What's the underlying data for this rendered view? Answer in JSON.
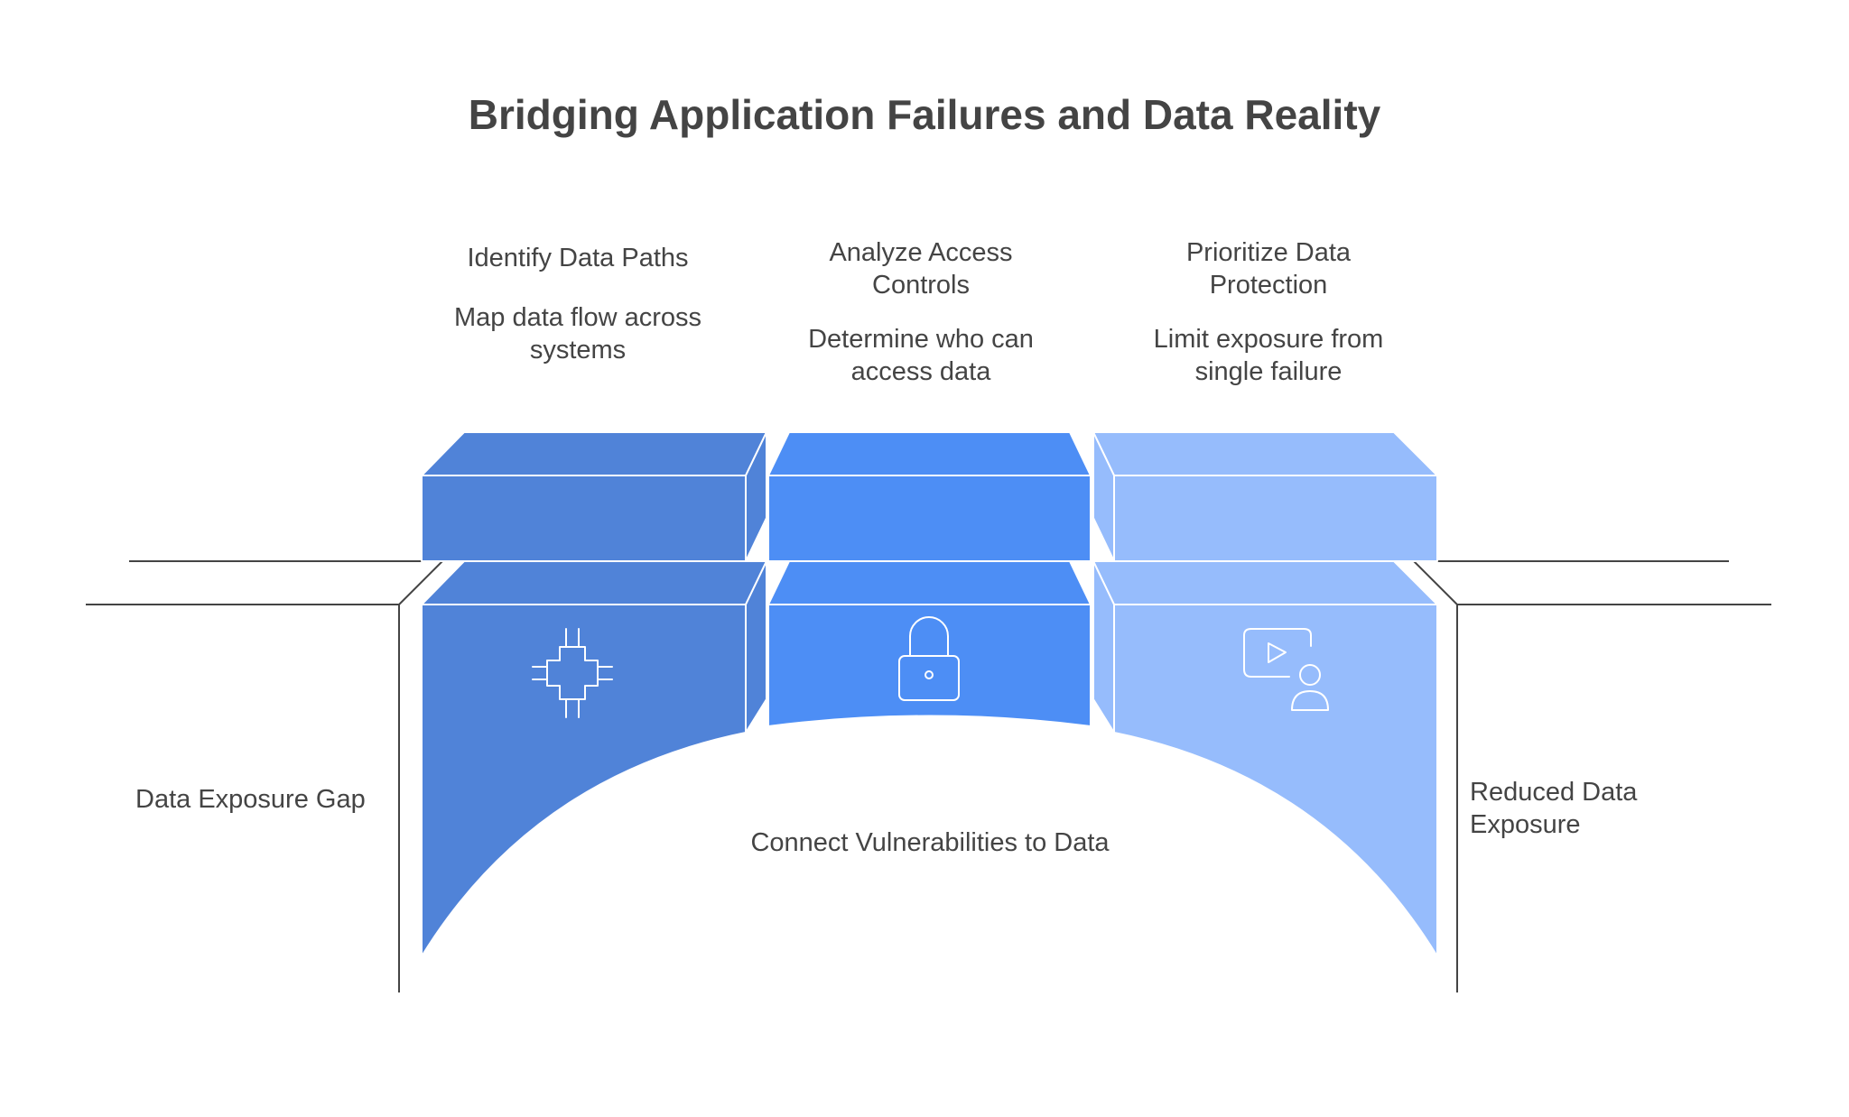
{
  "title": "Bridging Application Failures and Data Reality",
  "colors": {
    "block1": "#5083d8",
    "block2": "#4d8ef5",
    "block3": "#96bcfc",
    "outline": "#ffffff",
    "ground": "#444444",
    "text": "#444444"
  },
  "steps": [
    {
      "title": "Identify Data Paths",
      "description": "Map data flow across systems",
      "icon": "circuit-chip-icon"
    },
    {
      "title": "Analyze Access Controls",
      "description": "Determine who can access data",
      "icon": "padlock-icon"
    },
    {
      "title": "Prioritize Data Protection",
      "description": "Limit exposure from single failure",
      "icon": "video-user-icon"
    }
  ],
  "left_label": "Data Exposure Gap",
  "right_label": "Reduced Data Exposure",
  "center_label": "Connect Vulnerabilities to Data"
}
